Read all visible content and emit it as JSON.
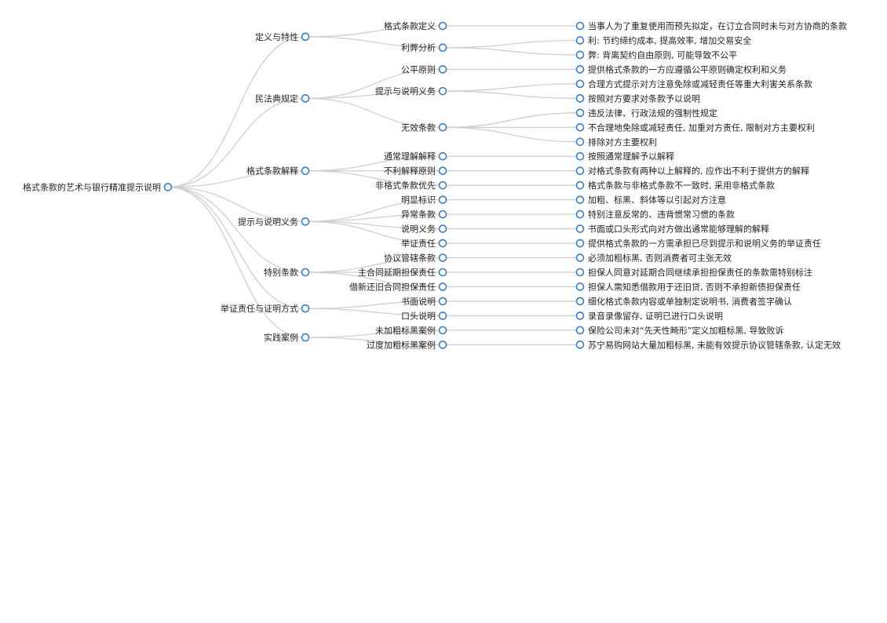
{
  "mindmap": {
    "root": "格式条款的艺术与银行精准提示说明",
    "branches": [
      {
        "label": "定义与特性",
        "children": [
          {
            "label": "格式条款定义",
            "leaves": [
              "当事人为了重复使用而预先拟定，在订立合同时未与对方协商的条款"
            ]
          },
          {
            "label": "利弊分析",
            "leaves": [
              "利: 节约缔约成本, 提高效率, 增加交易安全",
              "弊: 背离契约自由原则, 可能导致不公平"
            ]
          }
        ]
      },
      {
        "label": "民法典规定",
        "children": [
          {
            "label": "公平原则",
            "leaves": [
              "提供格式条款的一方应遵循公平原则确定权利和义务"
            ]
          },
          {
            "label": "提示与说明义务",
            "leaves": [
              "合理方式提示对方注意免除或减轻责任等重大利害关系条款",
              "按照对方要求对条款予以说明"
            ]
          },
          {
            "label": "无效条款",
            "leaves": [
              "违反法律、行政法规的强制性规定",
              "不合理地免除或减轻责任, 加重对方责任, 限制对方主要权利",
              "排除对方主要权利"
            ]
          }
        ]
      },
      {
        "label": "格式条款解释",
        "children": [
          {
            "label": "通常理解解释",
            "leaves": [
              "按照通常理解予以解释"
            ]
          },
          {
            "label": "不利解释原则",
            "leaves": [
              "对格式条款有两种以上解释的, 应作出不利于提供方的解释"
            ]
          },
          {
            "label": "非格式条款优先",
            "leaves": [
              "格式条款与非格式条款不一致时, 采用非格式条款"
            ]
          }
        ]
      },
      {
        "label": "提示与说明义务",
        "children": [
          {
            "label": "明显标识",
            "leaves": [
              "加粗、标黑、斜体等以引起对方注意"
            ]
          },
          {
            "label": "异常条款",
            "leaves": [
              "特别注意反常的、违背惯常习惯的条款"
            ]
          },
          {
            "label": "说明义务",
            "leaves": [
              "书面或口头形式向对方做出通常能够理解的解释"
            ]
          },
          {
            "label": "举证责任",
            "leaves": [
              "提供格式条款的一方需承担已尽到提示和说明义务的举证责任"
            ]
          }
        ]
      },
      {
        "label": "特别条款",
        "children": [
          {
            "label": "协议管辖条款",
            "leaves": [
              "必须加粗标黑, 否则消费者可主张无效"
            ]
          },
          {
            "label": "主合同延期担保责任",
            "leaves": [
              "担保人同意对延期合同继续承担担保责任的条款需特别标注"
            ]
          },
          {
            "label": "借新还旧合同担保责任",
            "leaves": [
              "担保人需知悉借款用于还旧贷, 否则不承担新债担保责任"
            ]
          }
        ]
      },
      {
        "label": "举证责任与证明方式",
        "children": [
          {
            "label": "书面说明",
            "leaves": [
              "细化格式条款内容或单独制定说明书, 消费者签字确认"
            ]
          },
          {
            "label": "口头说明",
            "leaves": [
              "录音录像留存, 证明已进行口头说明"
            ]
          }
        ]
      },
      {
        "label": "实践案例",
        "children": [
          {
            "label": "未加粗标黑案例",
            "leaves": [
              "保险公司未对“先天性畸形”定义加粗标黑, 导致败诉"
            ]
          },
          {
            "label": "过度加粗标黑案例",
            "leaves": [
              "苏宁易购网站大量加粗标黑, 未能有效提示协议管辖条款, 认定无效"
            ]
          }
        ]
      }
    ]
  },
  "colors": {
    "node_stroke": "#3b7dbd",
    "link": "#cfcfcf",
    "text": "#222222"
  }
}
